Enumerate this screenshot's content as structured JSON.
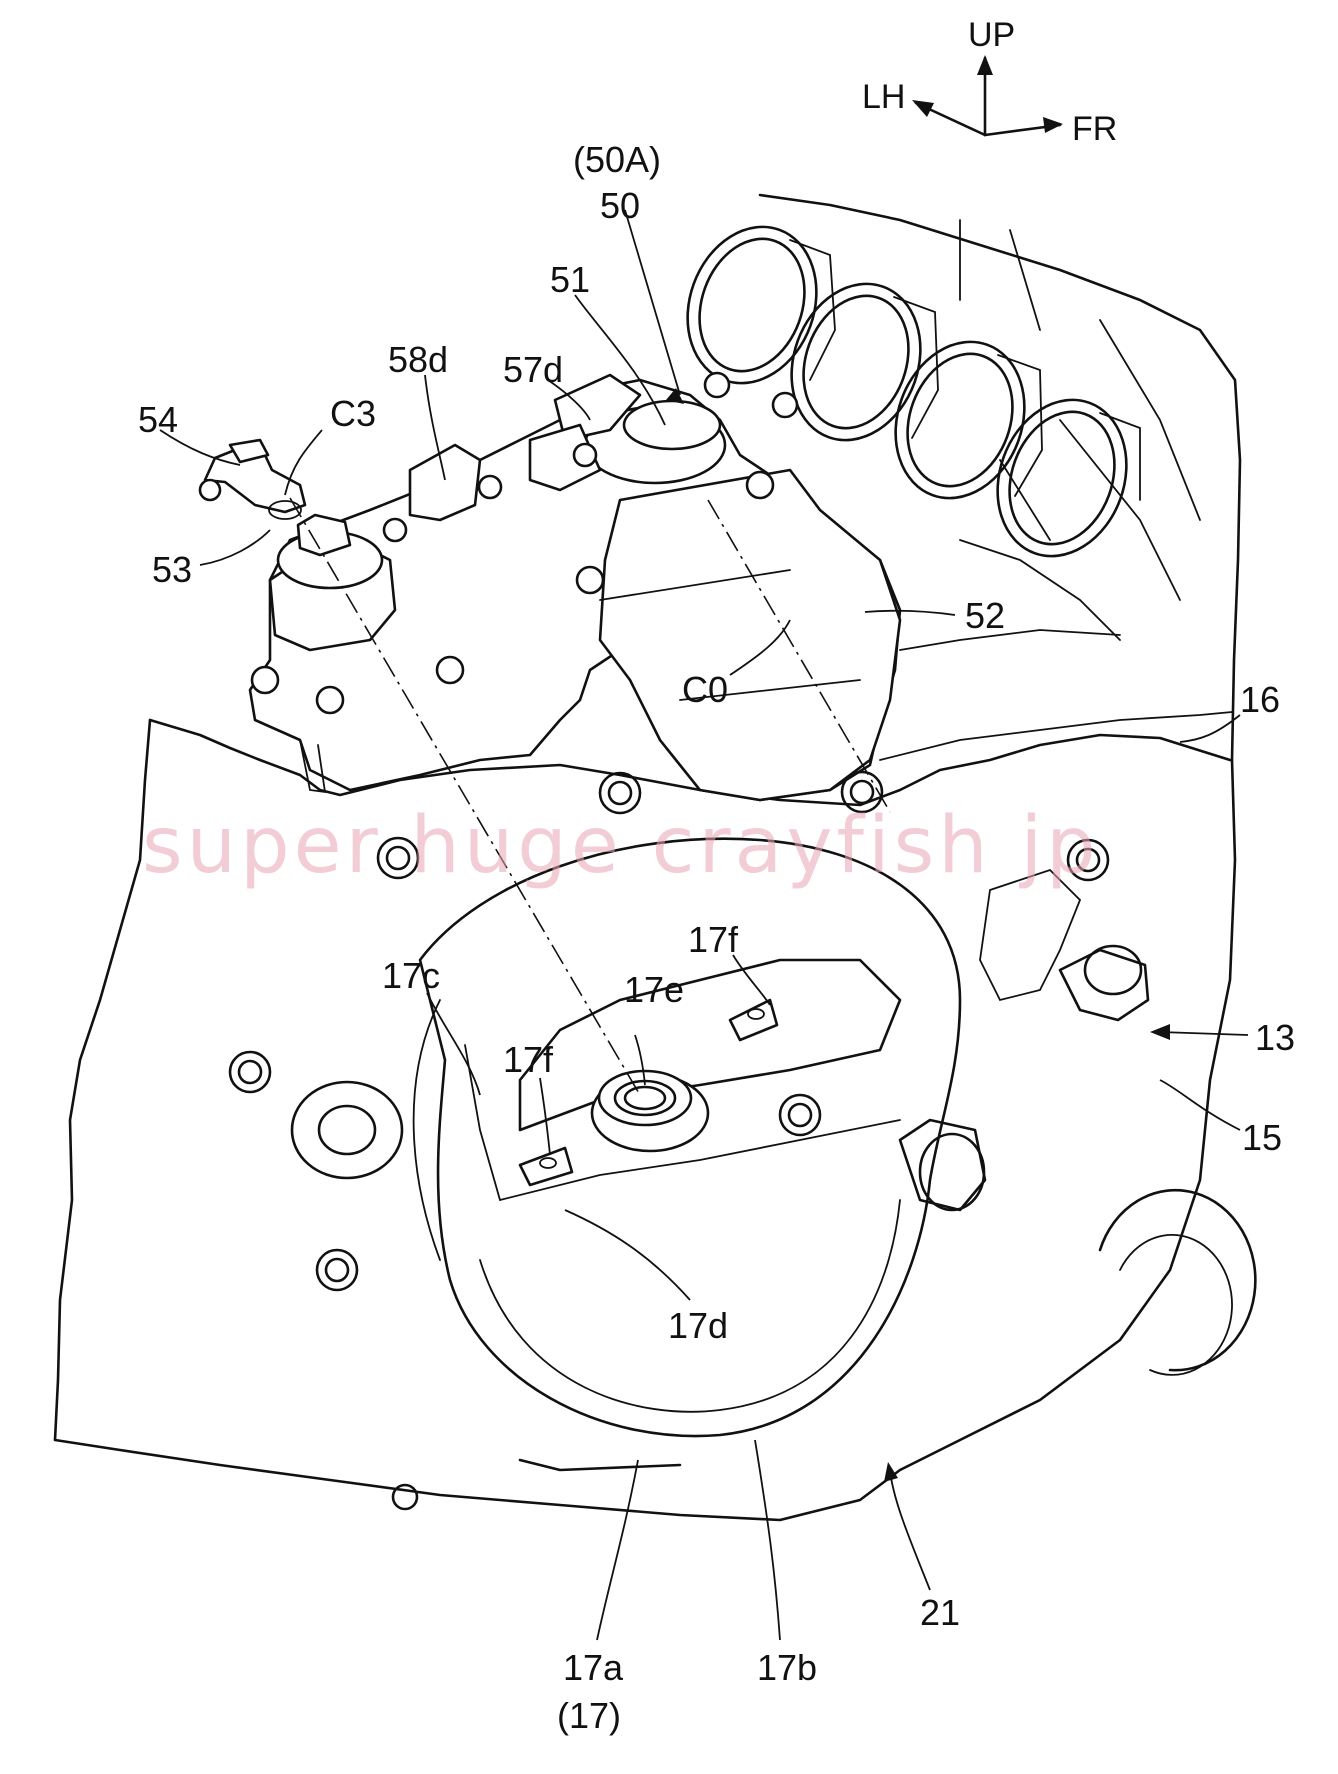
{
  "orientation": {
    "up": "UP",
    "lh": "LH",
    "fr": "FR"
  },
  "watermark": "super huge crayfish jp",
  "labels": {
    "l50a": "(50A)",
    "l50": "50",
    "l51": "51",
    "l58d": "58d",
    "l57d": "57d",
    "l54": "54",
    "lc3": "C3",
    "l53": "53",
    "l52": "52",
    "lc0": "C0",
    "l16": "16",
    "l17f_upper": "17f",
    "l17c": "17c",
    "l17e": "17e",
    "l17f_lower": "17f",
    "l13": "13",
    "l15": "15",
    "l17d": "17d",
    "l21": "21",
    "l17a": "17a",
    "l17b": "17b",
    "l17": "(17)"
  }
}
